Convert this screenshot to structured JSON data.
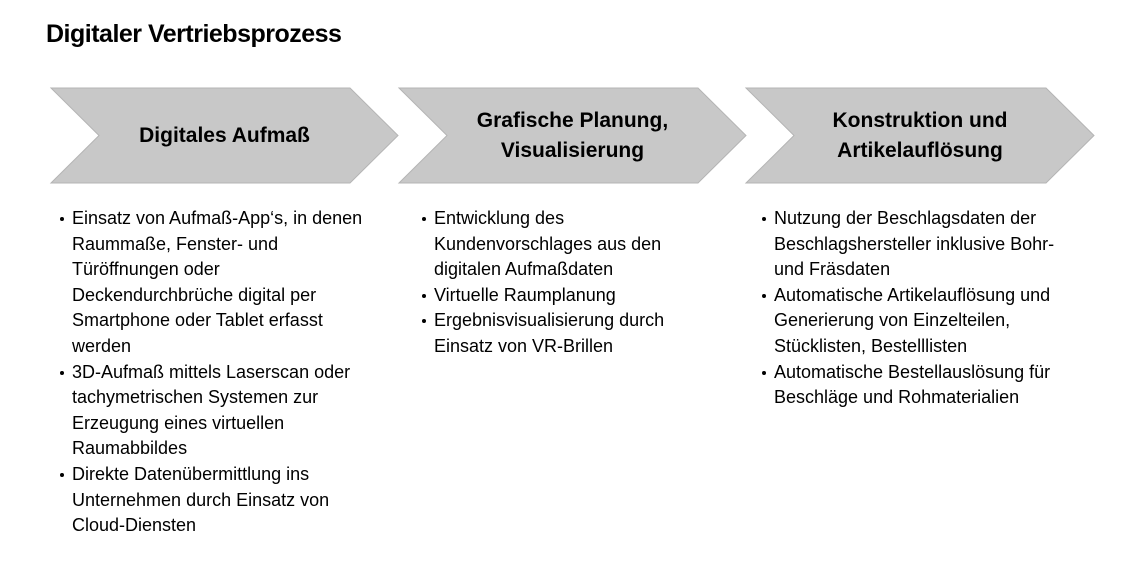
{
  "title": "Digitaler Vertriebsprozess",
  "steps": [
    {
      "label": "Digitales Aufmaß",
      "bullets": [
        "Einsatz von Aufmaß-App‘s,  in denen Raummaße, Fenster- und Türöffnungen  oder Deckendurchbrüche  digital per Smartphone  oder Tablet erfasst werden",
        "3D-Aufmaß  mittels Laserscan oder tachymetrischen Systemen zur Erzeugung  eines virtuellen Raumabbildes",
        "Direkte Datenübermittlung  ins Unternehmen  durch Einsatz von Cloud-Diensten"
      ]
    },
    {
      "label": "Grafische Planung, Visualisierung",
      "bullets": [
        "Entwicklung  des Kundenvorschlages  aus den digitalen Aufmaßdaten",
        "Virtuelle Raumplanung",
        "Ergebnisvisualisierung durch Einsatz von VR-Brillen"
      ]
    },
    {
      "label": "Konstruktion und Artikelauflösung",
      "bullets": [
        "Nutzung  der Beschlagsdaten der Beschlagshersteller inklusive Bohr- und Fräsdaten",
        "Automatische  Artikelauflösung und Generierung  von Einzelteilen,  Stücklisten, Bestelllisten",
        "Automatische  Bestellauslösung für Beschläge und Rohmaterialien"
      ]
    }
  ],
  "colors": {
    "chevron_fill": "#c8c8c8",
    "chevron_stroke": "#b4b4b4"
  }
}
